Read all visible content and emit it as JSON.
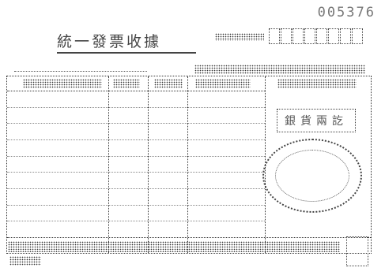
{
  "receipt": {
    "serial": "005376",
    "title": "統一發票收據",
    "paid_stamp": "銀貨兩訖"
  },
  "table": {
    "row_count": 9
  }
}
